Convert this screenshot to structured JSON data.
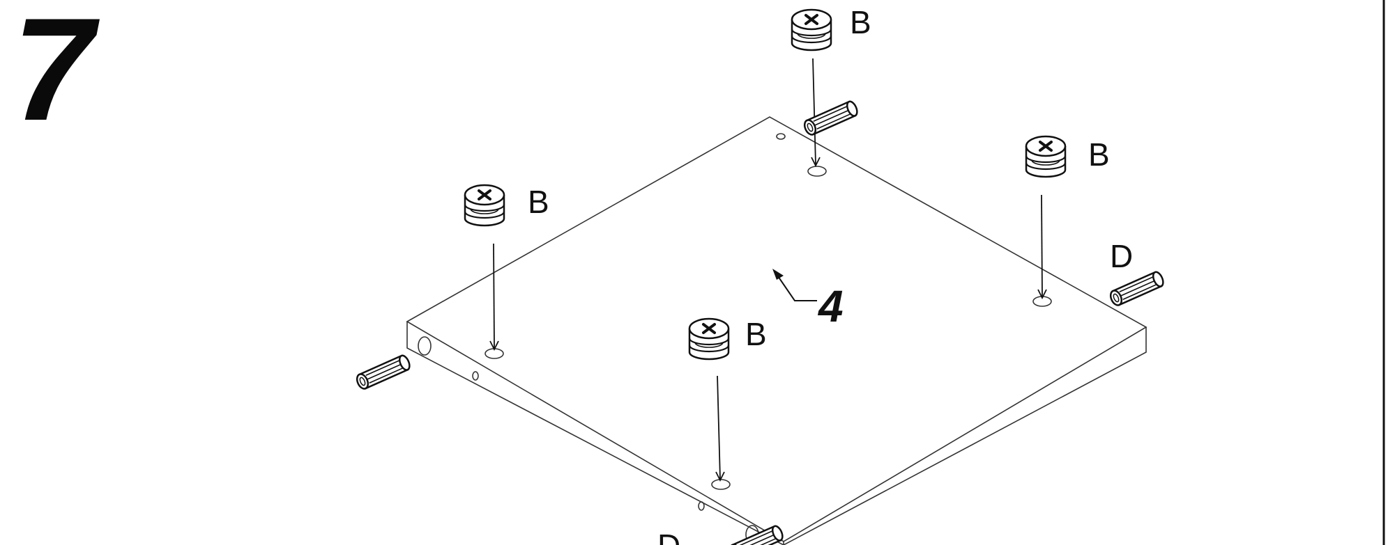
{
  "step_number": "7",
  "panel_part_number": "4",
  "part_labels": {
    "cam_lock": "B",
    "dowel": "D"
  },
  "colors": {
    "ink": "#111111",
    "background": "#ffffff"
  },
  "icons": [
    "cam-lock-icon",
    "wooden-dowel-icon",
    "insertion-arrow-icon"
  ]
}
